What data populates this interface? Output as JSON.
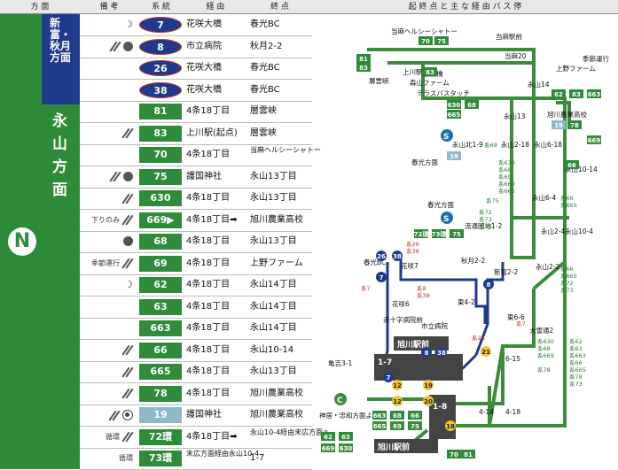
{
  "header": {
    "dir": "方 面",
    "remarks": "備 考",
    "route": "系 統",
    "via": "経 由",
    "end": "終 点",
    "map": "起 終 点 と 主 な 経 由 バ ス 停"
  },
  "sections": {
    "north_east": "新富・秋月方面",
    "nagayama": "永山方面",
    "badge": "N"
  },
  "rows": [
    {
      "remark": "",
      "icons": [
        "moon"
      ],
      "no": "7",
      "shape": "oval",
      "via": "花咲大橋",
      "end": "春光BC"
    },
    {
      "remark": "",
      "icons": [
        "slash",
        "dot"
      ],
      "no": "8",
      "shape": "oval",
      "via": "市立病院",
      "end": "秋月2-2"
    },
    {
      "remark": "",
      "icons": [],
      "no": "26",
      "shape": "oval",
      "via": "花咲大橋",
      "end": "春光BC"
    },
    {
      "remark": "",
      "icons": [],
      "no": "38",
      "shape": "oval",
      "via": "花咲大橋",
      "end": "春光BC"
    },
    {
      "remark": "",
      "icons": [],
      "no": "81",
      "shape": "sq",
      "via": "4条18丁目",
      "end": "層雲峡"
    },
    {
      "remark": "",
      "icons": [
        "slash"
      ],
      "no": "83",
      "shape": "sq",
      "via": "上川駅(起点)",
      "end": "層雲峡"
    },
    {
      "remark": "",
      "icons": [],
      "no": "70",
      "shape": "sq",
      "via": "4条18丁目",
      "end": "当麻ヘルシーシャトー"
    },
    {
      "remark": "",
      "icons": [
        "slash",
        "dot"
      ],
      "no": "75",
      "shape": "sq",
      "via": "護国神社",
      "end": "永山13丁目"
    },
    {
      "remark": "",
      "icons": [
        "slash"
      ],
      "no": "630",
      "shape": "sq",
      "via": "4条18丁目",
      "end": "永山13丁目"
    },
    {
      "remark": "下りのみ",
      "icons": [
        "slash",
        "dot"
      ],
      "no": "669▶",
      "shape": "sq",
      "via": "4条18丁目➡",
      "end": "旭川農業高校"
    },
    {
      "remark": "",
      "icons": [
        "moon"
      ],
      "no": "68",
      "shape": "sq",
      "via": "4条18丁目",
      "end": "永山13丁目"
    },
    {
      "remark": "季節運行",
      "icons": [
        "slash"
      ],
      "no": "69",
      "shape": "sq",
      "via": "4条18丁目",
      "end": "上野ファーム"
    },
    {
      "remark": "",
      "icons": [
        "moon"
      ],
      "no": "62",
      "shape": "sq",
      "via": "4条18丁目",
      "end": "永山14丁目"
    },
    {
      "remark": "",
      "icons": [],
      "no": "63",
      "shape": "sq",
      "via": "4条18丁目",
      "end": "永山14丁目"
    },
    {
      "remark": "",
      "icons": [],
      "no": "663",
      "shape": "sq",
      "via": "4条18丁目",
      "end": "永山14丁目"
    },
    {
      "remark": "",
      "icons": [
        "slash"
      ],
      "no": "66",
      "shape": "sq",
      "via": "4条18丁目",
      "end": "永山10-14"
    },
    {
      "remark": "",
      "icons": [
        "slash"
      ],
      "no": "665",
      "shape": "sq",
      "via": "4条18丁目",
      "end": "永山13丁目"
    },
    {
      "remark": "",
      "icons": [
        "slash"
      ],
      "no": "78",
      "shape": "sq",
      "via": "4条18丁目",
      "end": "旭川農業高校"
    },
    {
      "remark": "",
      "icons": [
        "slash",
        "ring"
      ],
      "no": "19",
      "shape": "lb",
      "via": "護国神社",
      "end": "旭川農業高校"
    },
    {
      "remark": "循環",
      "icons": [
        "slash"
      ],
      "no": "72環",
      "shape": "sq",
      "via": "4条18丁目➡",
      "end": "永山10-4経由末広方面へ"
    },
    {
      "remark": "循環",
      "icons": [],
      "no": "73環",
      "shape": "sq",
      "via": "末広方面経由永山10-4",
      "end": "1-7"
    }
  ],
  "map": {
    "stops": [
      "当麻ヘルシーシャトー",
      "当麻駅前",
      "当麻20",
      "季節運行",
      "上野ファーム",
      "層雲峡",
      "上川駅前",
      "森山ファーム",
      "テラスバスタッチ",
      "愛別橋",
      "永山14",
      "旭川農業高校",
      "永山13",
      "永山北1-9",
      "永山2-18",
      "永山6-18",
      "永山10-14",
      "春光方面",
      "永山6-4",
      "流通団地1-2",
      "永山2-4",
      "永山10-4",
      "春光BC",
      "花咲7",
      "秋月2-2",
      "新富2-2",
      "永山2-2",
      "花咲6",
      "東4-2",
      "赤十字病院前",
      "市立病院",
      "東6-6",
      "大雪通2",
      "旭川駅前",
      "亀吉3-1",
      "6-15",
      "1-7",
      "神居・忠和方面より",
      "4-14",
      "4-18",
      "1-8"
    ],
    "badges": [
      "70",
      "75",
      "81",
      "83",
      "83",
      "630",
      "68",
      "665",
      "19",
      "62",
      "63",
      "663",
      "19",
      "78",
      "669",
      "66",
      "72環",
      "73環",
      "75",
      "26",
      "38",
      "7",
      "8",
      "8",
      "38",
      "7",
      "12",
      "19",
      "12",
      "20",
      "21",
      "18",
      "663",
      "68",
      "66",
      "665",
      "69",
      "75",
      "62",
      "63",
      "669",
      "630",
      "70",
      "81"
    ],
    "labels": [
      "系69",
      "系630",
      "系68",
      "系69",
      "系669",
      "系665",
      "系75",
      "系72",
      "系73",
      "系75",
      "系66",
      "系665",
      "系26",
      "系38",
      "系7",
      "系8",
      "系38",
      "系26",
      "系7",
      "系66",
      "系665",
      "系72",
      "系73",
      "系630",
      "系68",
      "系669",
      "系62",
      "系63",
      "系663",
      "系66",
      "系665",
      "系78",
      "系78",
      "系73"
    ],
    "circle_s": "S",
    "circle_c": "C"
  }
}
